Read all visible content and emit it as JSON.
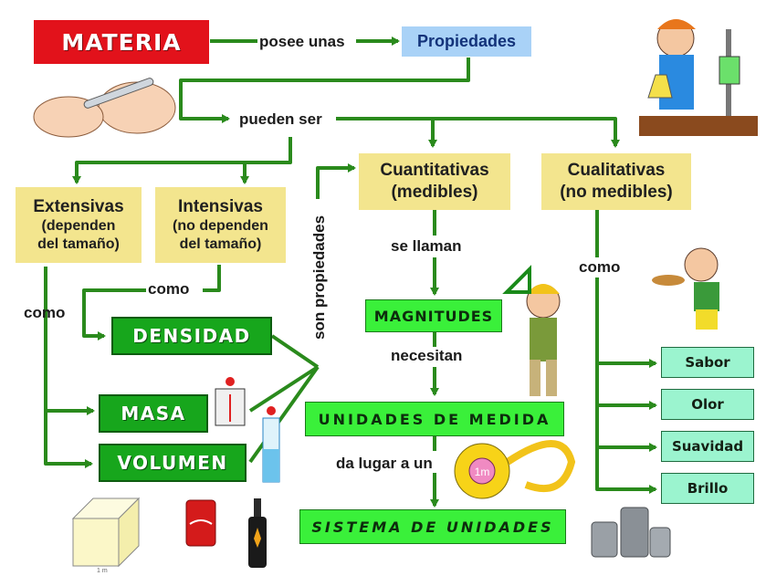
{
  "nodes": {
    "materia": "MATERIA",
    "propiedades": "Propiedades",
    "extensivas_title": "Extensivas",
    "extensivas_sub1": "(dependen",
    "extensivas_sub2": "del tamaño)",
    "intensivas_title": "Intensivas",
    "intensivas_sub1": "(no dependen",
    "intensivas_sub2": "del tamaño)",
    "cuantitativas_title": "Cuantitativas",
    "cuantitativas_sub": "(medibles)",
    "cualitativas_title": "Cualitativas",
    "cualitativas_sub": "(no medibles)",
    "densidad": "DENSIDAD",
    "masa": "MASA",
    "volumen": "VOLUMEN",
    "magnitudes": "MAGNITUDES",
    "unidades_medida": "UNIDADES DE MEDIDA",
    "sistema_unidades": "SISTEMA DE UNIDADES",
    "sabor": "Sabor",
    "olor": "Olor",
    "suavidad": "Suavidad",
    "brillo": "Brillo"
  },
  "connectors": {
    "posee_unas": "posee unas",
    "pueden_ser": "pueden ser",
    "como_left": "como",
    "como_mid": "como",
    "como_right": "como",
    "son_propiedades": "son propiedades",
    "se_llaman": "se llaman",
    "necesitan": "necesitan",
    "da_lugar": "da lugar a un"
  },
  "illustrations": {
    "tape_label": "1m",
    "cube_side": "1 m"
  },
  "colors": {
    "line": "#2a8a1c",
    "red_box": "#e2121b",
    "blue_box": "#a9d2f7",
    "yellow_box": "#f3e58e",
    "green_box": "#17a61c",
    "light_green_box": "#3af03a",
    "mint_box": "#9bf4cf"
  }
}
